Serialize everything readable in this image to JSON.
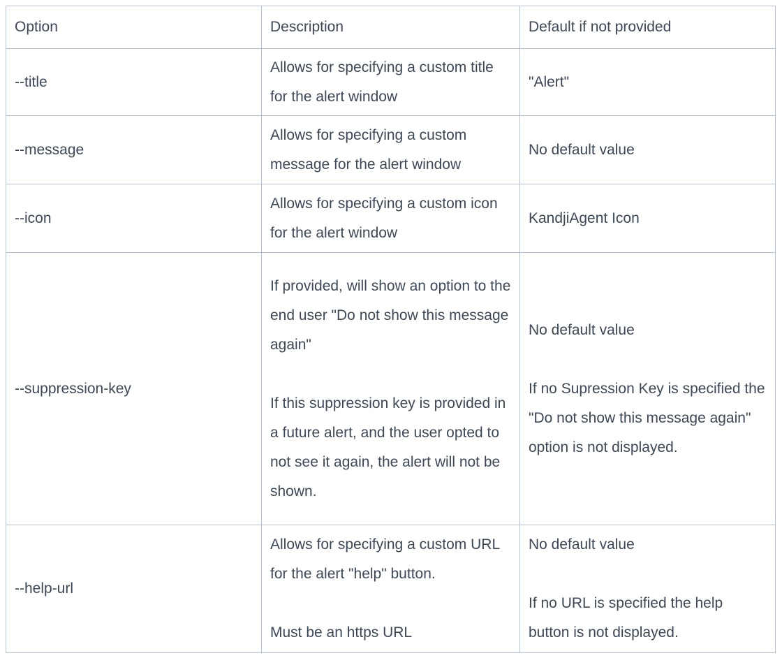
{
  "table": {
    "headers": [
      "Option",
      "Description",
      "Default if not provided"
    ],
    "rows": [
      {
        "id": "title",
        "option": "--title",
        "description": [
          "Allows for specifying a custom title for the alert window"
        ],
        "default": [
          "\"Alert\""
        ]
      },
      {
        "id": "message",
        "option": "--message",
        "description": [
          "Allows for specifying a custom message for the alert window"
        ],
        "default": [
          "No default value"
        ]
      },
      {
        "id": "icon",
        "option": "--icon",
        "description": [
          "Allows for specifying a custom icon for the alert window"
        ],
        "default": [
          "KandjiAgent Icon"
        ]
      },
      {
        "id": "suppression-key",
        "option": "--suppression-key",
        "description": [
          "If provided, will show an option to the end user \"Do not show this message again\"",
          "If this suppression key is provided in a future alert, and the user opted to not see it again, the alert will not be shown."
        ],
        "default": [
          "No default value",
          "If no Supression Key is specified the \"Do not show this message again\" option is not displayed."
        ]
      },
      {
        "id": "help-url",
        "option": "--help-url",
        "description": [
          "Allows for specifying a custom URL for the alert \"help\" button.",
          "Must be an https URL"
        ],
        "default": [
          "No default value",
          "If no URL is specified the help button is not displayed."
        ]
      }
    ]
  },
  "style": {
    "border_color": "#b3c1d6",
    "text_color": "#3c4858",
    "background": "#ffffff"
  }
}
